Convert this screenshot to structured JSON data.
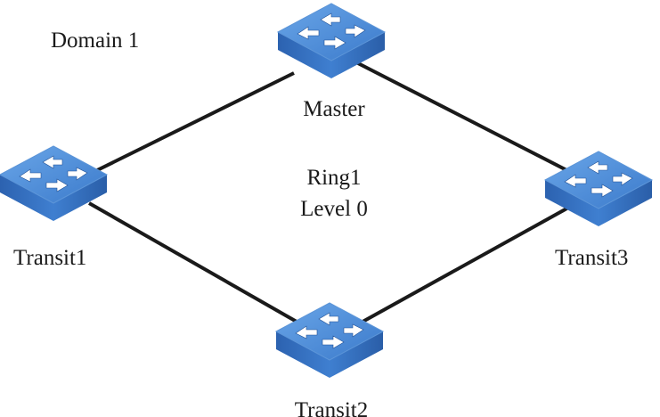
{
  "diagram": {
    "domain_label": "Domain 1",
    "ring_label": "Ring1",
    "level_label": "Level 0",
    "nodes": [
      {
        "id": "master",
        "label": "Master",
        "icon": "switch-icon"
      },
      {
        "id": "transit1",
        "label": "Transit1",
        "icon": "switch-icon"
      },
      {
        "id": "transit2",
        "label": "Transit2",
        "icon": "switch-icon"
      },
      {
        "id": "transit3",
        "label": "Transit3",
        "icon": "switch-icon"
      }
    ],
    "links": [
      {
        "from": "master",
        "to": "transit3"
      },
      {
        "from": "master",
        "to": "transit1"
      },
      {
        "from": "transit1",
        "to": "transit2"
      },
      {
        "from": "transit2",
        "to": "transit3"
      }
    ],
    "colors": {
      "switch_top": "#4f8fd6",
      "switch_side": "#2f6cbf",
      "link": "#1a1a1a"
    }
  }
}
